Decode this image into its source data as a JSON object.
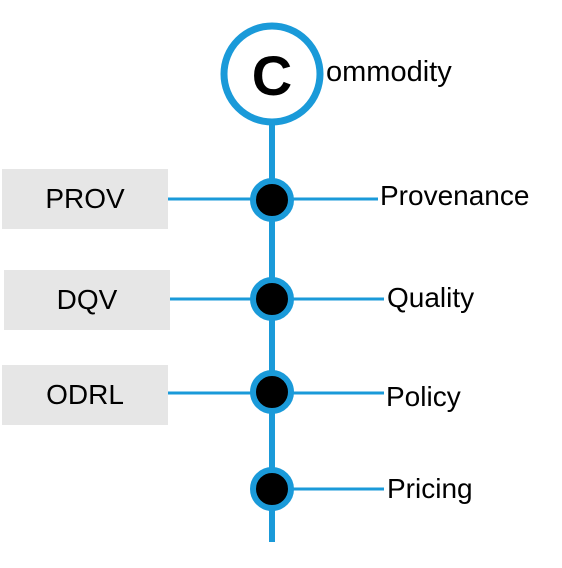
{
  "header": {
    "letter": "C",
    "word": "ommodity"
  },
  "rows": [
    {
      "box": "PROV",
      "label": "Provenance"
    },
    {
      "box": "DQV",
      "label": "Quality"
    },
    {
      "box": "ODRL",
      "label": "Policy"
    },
    {
      "box": "",
      "label": "Pricing"
    }
  ],
  "colors": {
    "line": "#1a9ad9",
    "node": "#000000",
    "box": "#e6e6e6"
  }
}
